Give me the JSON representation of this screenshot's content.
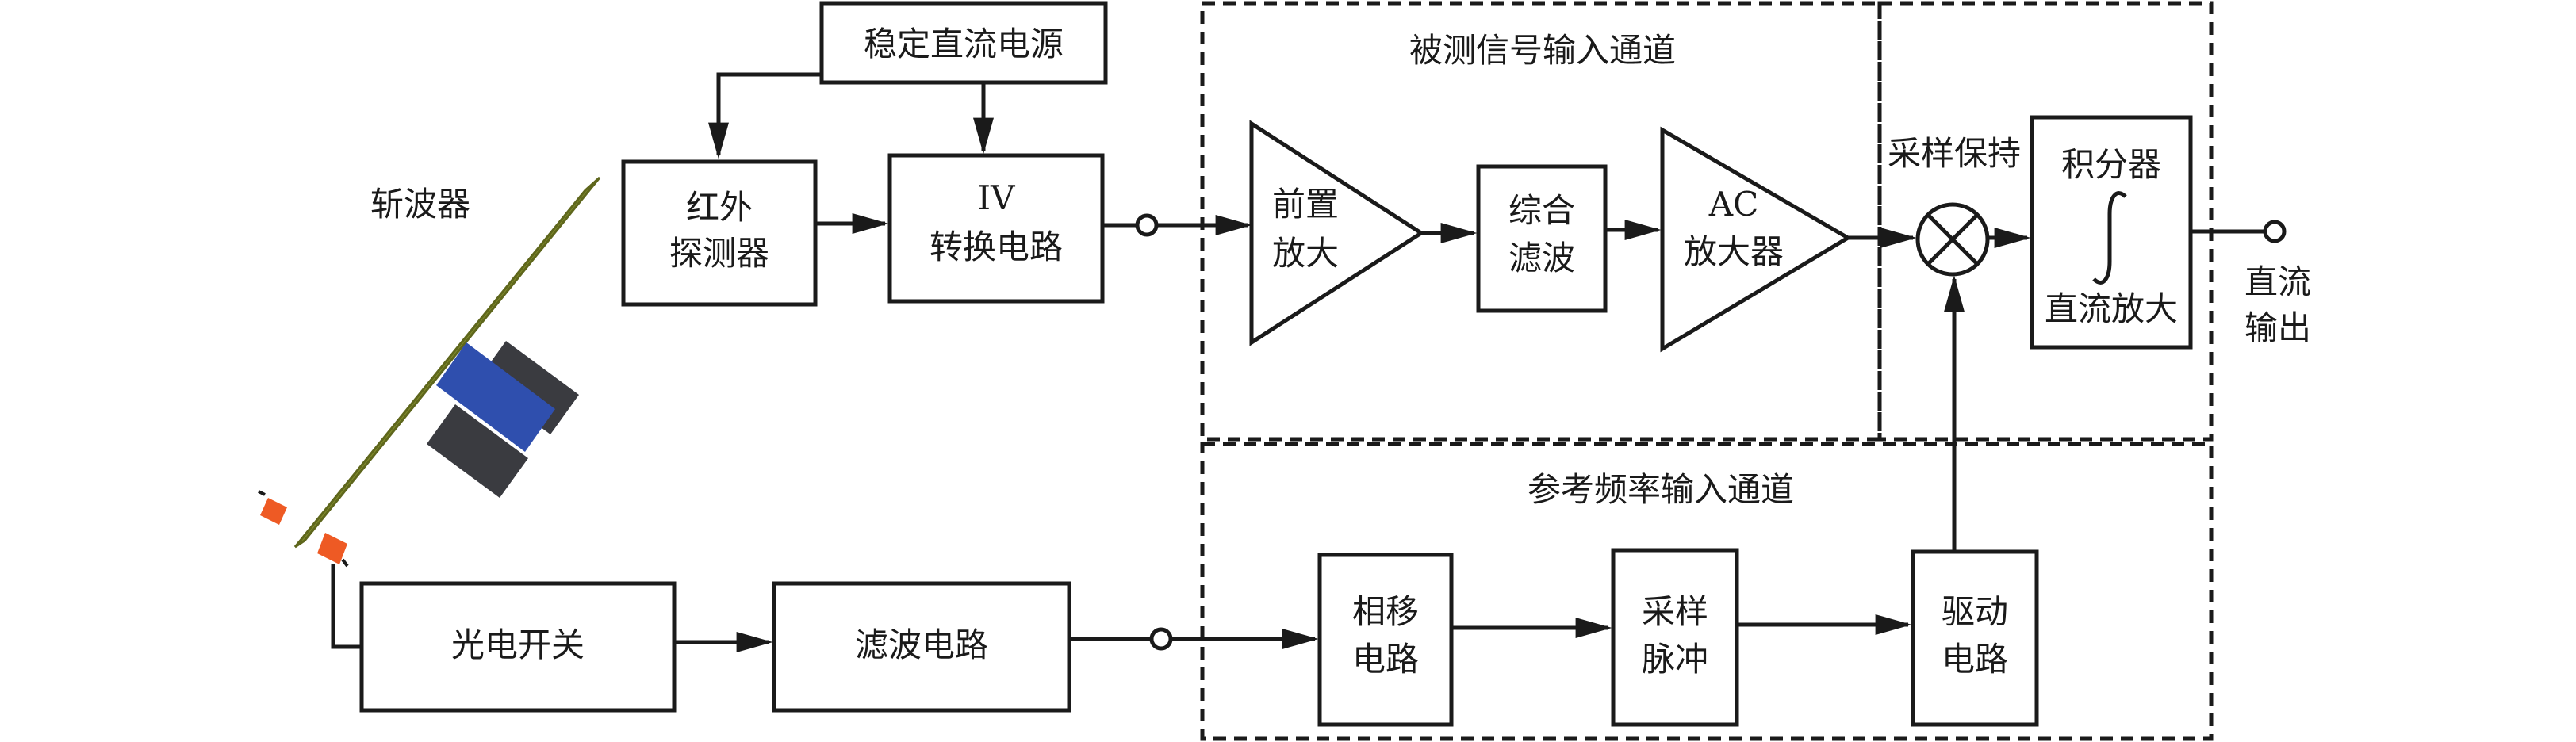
{
  "colors": {
    "line": "#1a1a1a",
    "chopper_blade": "#7f8a2a",
    "chopper_blade_edge": "#5e661c",
    "motor_housing": "#3a3b40",
    "motor_body": "#2f4fae",
    "optical_sensor": "#ee5a24"
  },
  "sections": {
    "signal_channel": "被测信号输入通道",
    "reference_channel": "参考频率输入通道",
    "sample_hold": "采样保持"
  },
  "blocks": {
    "power_supply": "稳定直流电源",
    "ir_detector_1": "红外",
    "ir_detector_2": "探测器",
    "iv_converter_1": "IV",
    "iv_converter_2": "转换电路",
    "preamp_1": "前置",
    "preamp_2": "放大",
    "filter_1": "综合",
    "filter_2": "滤波",
    "ac_amp_1": "AC",
    "ac_amp_2": "放大器",
    "integrator_top": "积分器",
    "integrator_bottom": "直流放大",
    "photo_switch": "光电开关",
    "filter_circuit": "滤波电路",
    "phase_shift_1": "相移",
    "phase_shift_2": "电路",
    "sampling_pulse_1": "采样",
    "sampling_pulse_2": "脉冲",
    "driver_1": "驱动",
    "driver_2": "电路"
  },
  "labels": {
    "chopper": "斩波器",
    "dc_output_1": "直流",
    "dc_output_2": "输出"
  },
  "icons": {
    "multiplier": "multiplier-icon",
    "integral": "integral-icon",
    "chopper": "chopper-icon",
    "optical_sensor": "optical-sensor-icon"
  }
}
